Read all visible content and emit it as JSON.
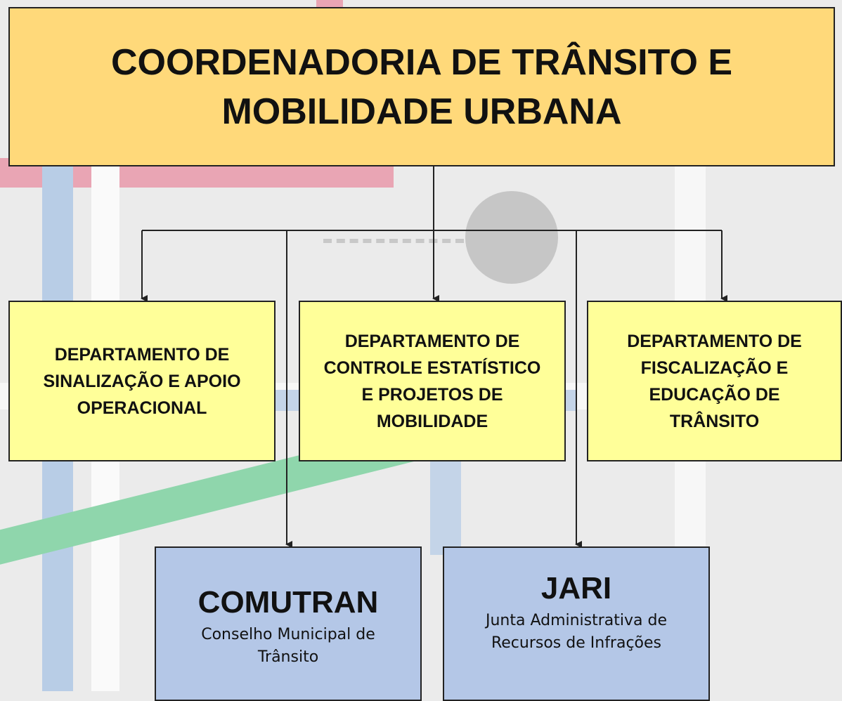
{
  "header": {
    "title": "COORDENADORIA DE TRÂNSITO E MOBILIDADE URBANA"
  },
  "departments": [
    {
      "label": "DEPARTAMENTO DE SINALIZAÇÃO E APOIO OPERACIONAL"
    },
    {
      "label": "DEPARTAMENTO DE CONTROLE ESTATÍSTICO E PROJETOS DE MOBILIDADE"
    },
    {
      "label": "DEPARTAMENTO DE FISCALIZAÇÃO E EDUCAÇÃO DE TRÂNSITO"
    }
  ],
  "councils": [
    {
      "acronym": "COMUTRAN",
      "name": "Conselho Municipal de Trânsito"
    },
    {
      "acronym": "JARI",
      "name": "Junta Administrativa de Recursos de Infrações"
    }
  ],
  "colors": {
    "header_fill": "#ffd97a",
    "department_fill": "#ffff99",
    "council_fill": "#b4c7e7",
    "line": "#222222"
  }
}
